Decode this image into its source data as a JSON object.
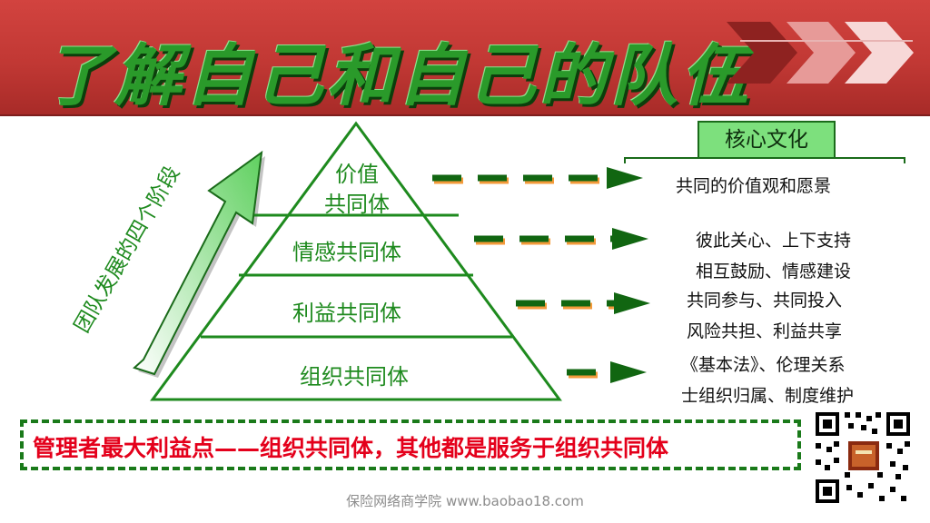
{
  "slide": {
    "title": "了解自己和自己的队伍",
    "arrow_label": "团队发展的四个阶段",
    "pyramid_levels": [
      {
        "label_lines": [
          "价值",
          "共同体"
        ]
      },
      {
        "label_lines": [
          "情感共同体"
        ]
      },
      {
        "label_lines": [
          "利益共同体"
        ]
      },
      {
        "label_lines": [
          "组织共同体"
        ]
      }
    ],
    "core_label": "核心文化",
    "descriptions": [
      {
        "lines": [
          "共同的价值观和愿景"
        ]
      },
      {
        "lines": [
          "彼此关心、上下支持",
          "相互鼓励、情感建设"
        ]
      },
      {
        "lines": [
          "共同参与、共同投入",
          "风险共担、利益共享"
        ]
      },
      {
        "lines": [
          "《基本法》、伦理关系",
          "士组织归属、制度维护"
        ]
      }
    ],
    "note": "管理者最大利益点——组织共同体，其他都是服务于组织共同体",
    "footer": "保险网络商学院 www.baobao18.com",
    "qr_label": "二维码"
  },
  "colors": {
    "header_red": "#c13834",
    "title_green": "#2a9a2a",
    "pyramid_green": "#1e8a1e",
    "note_red": "#e4001b"
  }
}
